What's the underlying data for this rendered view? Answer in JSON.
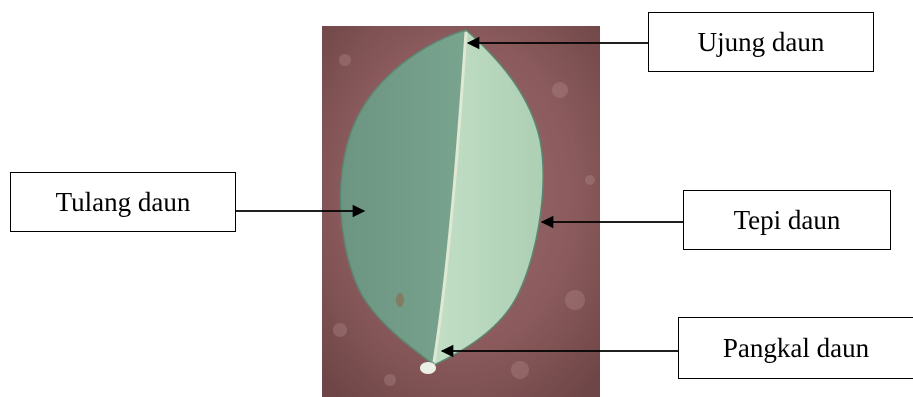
{
  "labels": {
    "ujung_daun": "Ujung daun",
    "tulang_daun": "Tulang daun",
    "tepi_daun": "Tepi daun",
    "pangkal_daun": "Pangkal daun"
  },
  "colors": {
    "background_stone": "#8a5a5c",
    "leaf_left": "#6f9a84",
    "leaf_right": "#b3d4b8",
    "midrib": "#dfe8d2",
    "arrow": "#000000"
  }
}
